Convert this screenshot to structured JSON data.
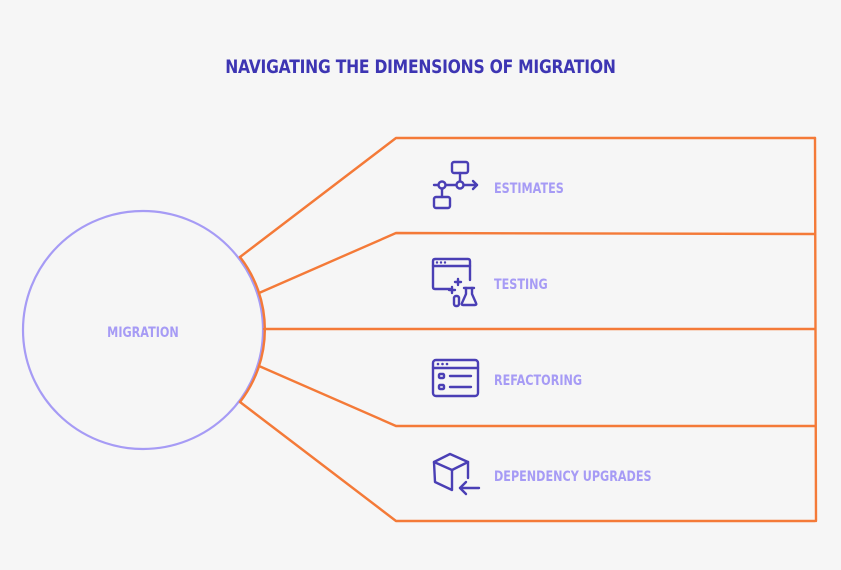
{
  "title": "NAVIGATING THE DIMENSIONS OF MIGRATION",
  "center": {
    "label": "MIGRATION",
    "color": "#a69bf5"
  },
  "colors": {
    "title": "#3d35b3",
    "outline": "#f47a38",
    "circle": "#a69bf5",
    "icon": "#4a3fb5",
    "label": "#a69bf5",
    "background": "#f6f6f6"
  },
  "branches": [
    {
      "label": "ESTIMATES",
      "icon": "flowchart-icon"
    },
    {
      "label": "TESTING",
      "icon": "browser-flask-icon"
    },
    {
      "label": "REFACTORING",
      "icon": "browser-list-icon"
    },
    {
      "label": "DEPENDENCY UPGRADES",
      "icon": "box-arrow-icon"
    }
  ]
}
